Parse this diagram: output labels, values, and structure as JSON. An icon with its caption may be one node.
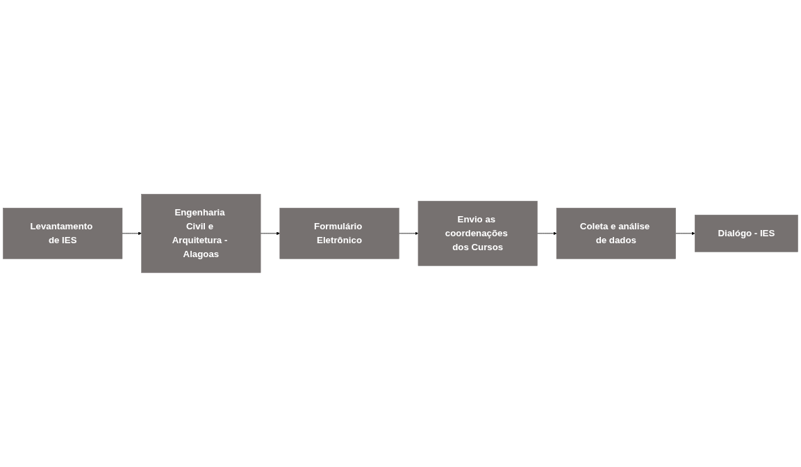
{
  "diagram": {
    "nodes": [
      {
        "text": [
          "Levantamento de IES"
        ]
      },
      {
        "text": [
          "Engenharia Civil e Arquitetura - Alagoas"
        ]
      },
      {
        "text": [
          "Formulário Eletrônico"
        ]
      },
      {
        "text": [
          "Envio as coordenações dos Cursos"
        ]
      },
      {
        "text": [
          "Coleta e análise de dados"
        ]
      },
      {
        "text": [
          "Dialógo - IES"
        ]
      }
    ],
    "edges": [
      {
        "from": 0,
        "to": 1,
        "arrow": "to"
      },
      {
        "from": 1,
        "to": 2,
        "arrow": "to"
      },
      {
        "from": 2,
        "to": 3,
        "arrow": "to"
      },
      {
        "from": 3,
        "to": 4,
        "arrow": "to"
      },
      {
        "from": 4,
        "to": 5,
        "arrow": "to"
      }
    ]
  }
}
